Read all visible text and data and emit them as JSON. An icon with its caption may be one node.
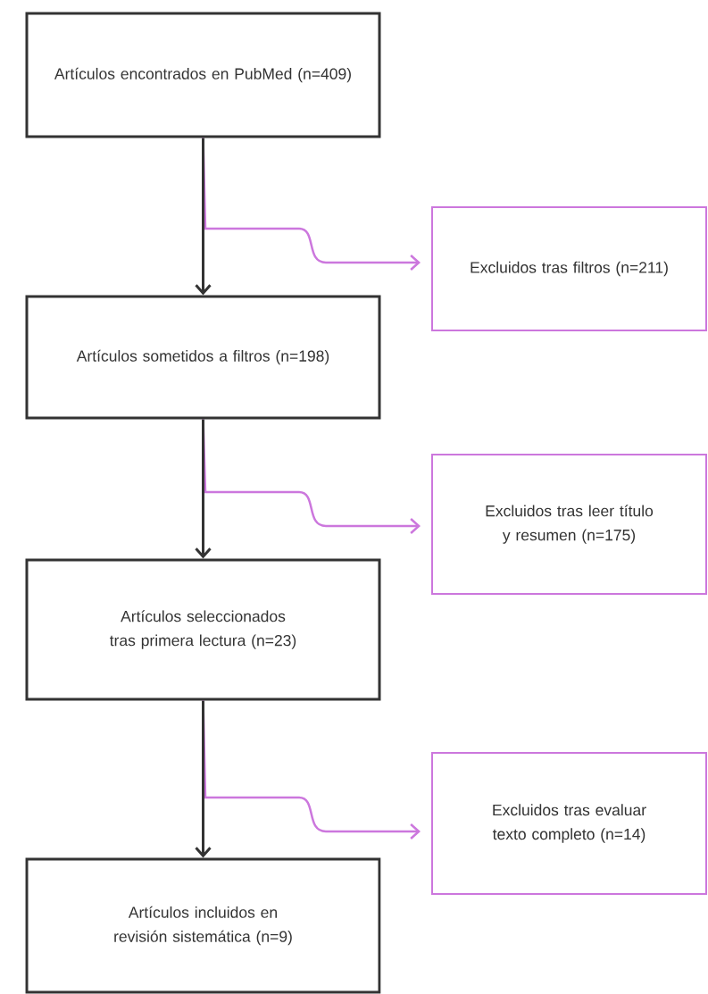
{
  "diagram": {
    "nodes": [
      {
        "text": [
          "Artículos encontrados en PubMed (n=409)"
        ]
      },
      {
        "text": [
          "Excluidos tras filtros (n=211)"
        ]
      },
      {
        "text": [
          "Artículos sometidos a filtros (n=198)"
        ]
      },
      {
        "text": [
          "Excluidos tras leer título y resumen (n=175)"
        ]
      },
      {
        "text": [
          "Artículos seleccionados tras primera lectura (n=23)"
        ]
      },
      {
        "text": [
          "Excluidos tras evaluar texto completo (n=14)"
        ]
      },
      {
        "text": [
          "Artículos incluidos en revisión sistemática (n=9)"
        ]
      }
    ],
    "edges": [
      {
        "from": 0,
        "to": 2,
        "arrow": "to"
      },
      {
        "from": 0,
        "to": 1,
        "arrow": "to",
        "color": "#cc77dd"
      },
      {
        "from": 2,
        "to": 4,
        "arrow": "to"
      },
      {
        "from": 2,
        "to": 3,
        "arrow": "to",
        "color": "#cc77dd"
      },
      {
        "from": 4,
        "to": 6,
        "arrow": "to"
      },
      {
        "from": 4,
        "to": 5,
        "arrow": "to",
        "color": "#cc77dd"
      }
    ]
  }
}
